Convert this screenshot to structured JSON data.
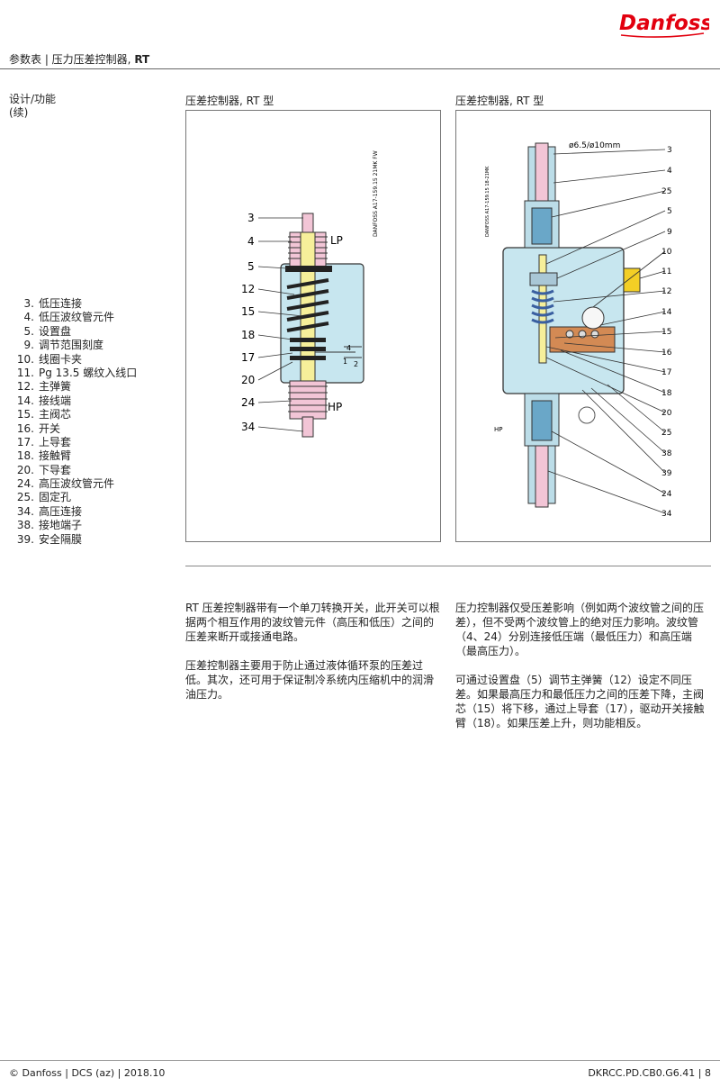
{
  "brand": {
    "logo_text": "Danfoss",
    "accent_color": "#e2000f"
  },
  "header": {
    "doc_type": "参数表 | 压力压差控制器, ",
    "product": "RT"
  },
  "section_label": {
    "line1": "设计/功能",
    "line2": "(续)"
  },
  "legend": [
    {
      "num": "3.",
      "text": "低压连接"
    },
    {
      "num": "4.",
      "text": "低压波纹管元件"
    },
    {
      "num": "5.",
      "text": "设置盘"
    },
    {
      "num": "9.",
      "text": "调节范围刻度"
    },
    {
      "num": "10.",
      "text": "线圈卡夹"
    },
    {
      "num": "11.",
      "text": "Pg 13.5 螺纹入线口"
    },
    {
      "num": "12.",
      "text": "主弹簧"
    },
    {
      "num": "14.",
      "text": "接线端"
    },
    {
      "num": "15.",
      "text": "主阀芯"
    },
    {
      "num": "16.",
      "text": "开关"
    },
    {
      "num": "17.",
      "text": "上导套"
    },
    {
      "num": "18.",
      "text": "接触臂"
    },
    {
      "num": "20.",
      "text": "下导套"
    },
    {
      "num": "24.",
      "text": "高压波纹管元件"
    },
    {
      "num": "25.",
      "text": "固定孔"
    },
    {
      "num": "34.",
      "text": "高压连接"
    },
    {
      "num": "38.",
      "text": "接地端子"
    },
    {
      "num": "39.",
      "text": "安全隔膜"
    }
  ],
  "figure_left": {
    "title": "压差控制器, RT 型",
    "side_code": "DANFOSS A17-159.15  21MK FW",
    "port_low": "LP",
    "port_high": "HP",
    "callouts": [
      "3",
      "4",
      "5",
      "12",
      "15",
      "18",
      "17",
      "20",
      "24",
      "34"
    ],
    "switch_contacts": [
      "4",
      "1",
      "2"
    ]
  },
  "figure_right": {
    "title": "压差控制器, RT 型",
    "dimension": "ø6.5/ø10mm",
    "side_code": "DANFOSS A17-159.15 18-21MK",
    "port_high": "HP",
    "callouts": [
      "3",
      "4",
      "25",
      "5",
      "9",
      "10",
      "11",
      "12",
      "14",
      "15",
      "16",
      "17",
      "18",
      "20",
      "25",
      "38",
      "39",
      "24",
      "34"
    ]
  },
  "body_left": [
    "RT 压差控制器带有一个单刀转换开关，此开关可以根据两个相互作用的波纹管元件（高压和低压）之间的压差来断开或接通电路。",
    "压差控制器主要用于防止通过液体循环泵的压差过低。其次，还可用于保证制冷系统内压缩机中的润滑油压力。"
  ],
  "body_right": [
    "压力控制器仅受压差影响（例如两个波纹管之间的压差），但不受两个波纹管上的绝对压力影响。波纹管（4、24）分别连接低压端（最低压力）和高压端（最高压力）。",
    "可通过设置盘（5）调节主弹簧（12）设定不同压差。如果最高压力和最低压力之间的压差下降，主阀芯（15）将下移，通过上导套（17），驱动开关接触臂（18）。如果压差上升，则功能相反。"
  ],
  "footer": {
    "left": "© Danfoss | DCS (az) | 2018.10",
    "right": "DKRCC.PD.CB0.G6.41 | 8"
  }
}
